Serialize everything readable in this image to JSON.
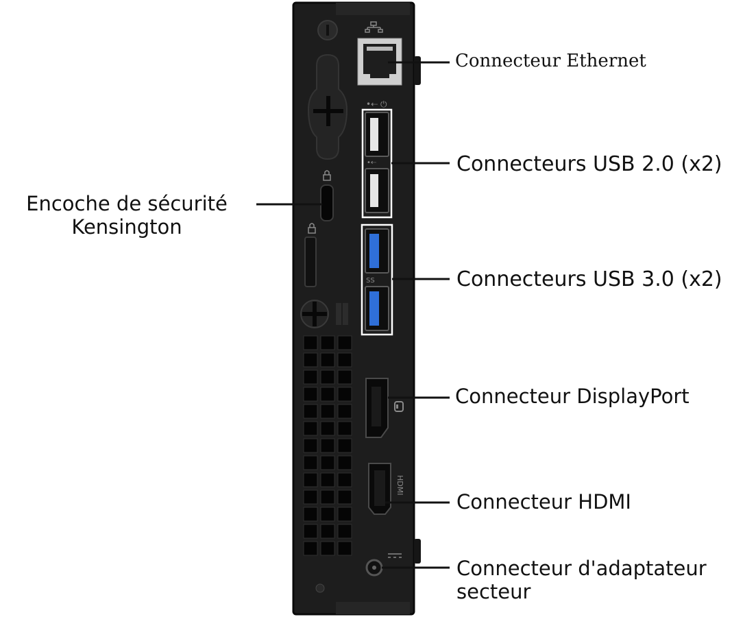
{
  "labels": {
    "ethernet": "Connecteur Ethernet",
    "usb2": "Connecteurs USB 2.0 (x2)",
    "usb3": "Connecteurs USB 3.0 (x2)",
    "kensington_line1": "Encoche de sécurité",
    "kensington_line2": "Kensington",
    "displayport": "Connecteur DisplayPort",
    "hdmi": "Connecteur HDMI",
    "power_line1": "Connecteur d'adaptateur",
    "power_line2": "secteur",
    "hdmi_port_mark": "HDMI",
    "usb3_port_mark": "SS"
  },
  "colors": {
    "chassis": "#1d1d1d",
    "chassis_edge": "#0a0a0a",
    "usb3_blue": "#2f6fd8",
    "line": "#111111",
    "highlight_box": "#ffffff"
  }
}
